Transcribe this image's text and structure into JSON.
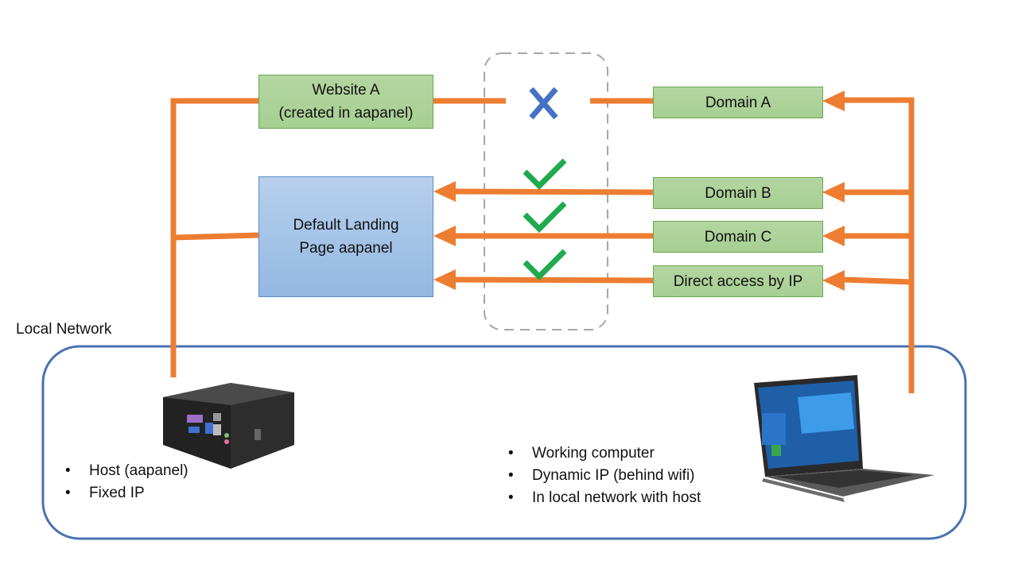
{
  "diagram": {
    "colors": {
      "connector": "#ed7d31",
      "network_border": "#4a72b0",
      "dashed_border": "#a6a6a6",
      "blocked_mark": "#4472c4",
      "allowed_mark": "#1faa4e",
      "green_box": "#a9d18e",
      "blue_box": "#9dc3e6"
    },
    "server_targets": {
      "website_a": {
        "line1": "Website A",
        "line2": "(created in aapanel)"
      },
      "default_landing": {
        "line1": "Default Landing",
        "line2": "Page aapanel"
      }
    },
    "requests": [
      {
        "id": "domain-a",
        "label": "Domain A",
        "target": "Website A",
        "result": "blocked",
        "result_icon": "x-mark-icon"
      },
      {
        "id": "domain-b",
        "label": "Domain B",
        "target": "Default Landing Page aapanel",
        "result": "allowed",
        "result_icon": "check-mark-icon"
      },
      {
        "id": "domain-c",
        "label": "Domain C",
        "target": "Default Landing Page aapanel",
        "result": "allowed",
        "result_icon": "check-mark-icon"
      },
      {
        "id": "direct-ip",
        "label": "Direct access by IP",
        "target": "Default Landing Page aapanel",
        "result": "allowed",
        "result_icon": "check-mark-icon"
      }
    ],
    "local_network": {
      "title": "Local Network",
      "host": {
        "icon": "mini-pc-icon",
        "bullets": [
          "Host (aapanel)",
          "Fixed IP"
        ]
      },
      "client": {
        "icon": "laptop-icon",
        "bullets": [
          "Working computer",
          "Dynamic IP (behind wifi)",
          "In local network with host"
        ]
      }
    }
  }
}
